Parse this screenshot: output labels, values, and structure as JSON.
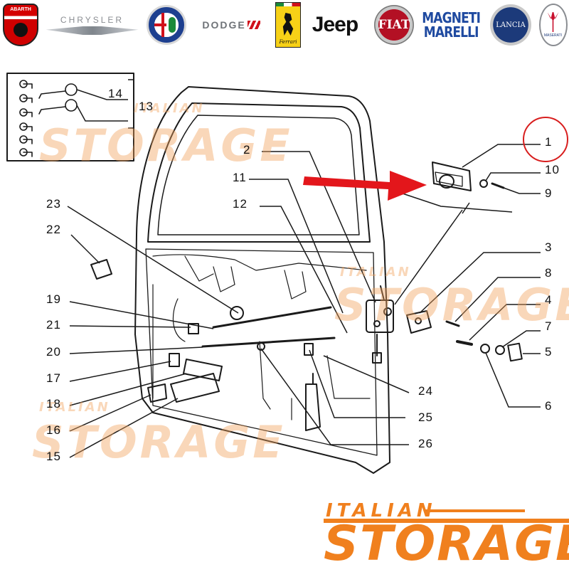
{
  "brands": [
    {
      "id": "abarth",
      "label": "ABARTH"
    },
    {
      "id": "chrysler",
      "label": "CHRYSLER"
    },
    {
      "id": "alfa",
      "label": "ALFA ROMEO"
    },
    {
      "id": "dodge",
      "label": "DODGE"
    },
    {
      "id": "ferrari",
      "label": "Ferrari"
    },
    {
      "id": "jeep",
      "label": "Jeep"
    },
    {
      "id": "fiat",
      "label": "FIAT"
    },
    {
      "id": "magneti_line1",
      "label": "MAGNETI"
    },
    {
      "id": "magneti_line2",
      "label": "MARELLI"
    },
    {
      "id": "lancia",
      "label": "LANCIA"
    },
    {
      "id": "maserati",
      "label": "MASERATI"
    }
  ],
  "callouts": {
    "c1": "1",
    "c2": "2",
    "c3": "3",
    "c4": "4",
    "c5": "5",
    "c6": "6",
    "c7": "7",
    "c8": "8",
    "c9": "9",
    "c10": "10",
    "c11": "11",
    "c12": "12",
    "c13": "13",
    "c14": "14",
    "c15": "15",
    "c16": "16",
    "c17": "17",
    "c18": "18",
    "c19": "19",
    "c20": "20",
    "c21": "21",
    "c22": "22",
    "c23": "23",
    "c24": "24",
    "c25": "25",
    "c26": "26"
  },
  "highlight": {
    "part": "1",
    "circle_color": "#d81e1e",
    "arrow_color": "#e3161b"
  },
  "watermark": {
    "line1": "ITALIAN",
    "line2": "STORAGE",
    "color": "#f3a25a"
  },
  "logo": {
    "line1": "ITALIAN",
    "line2": "STORAGE",
    "color": "#f0801e"
  }
}
